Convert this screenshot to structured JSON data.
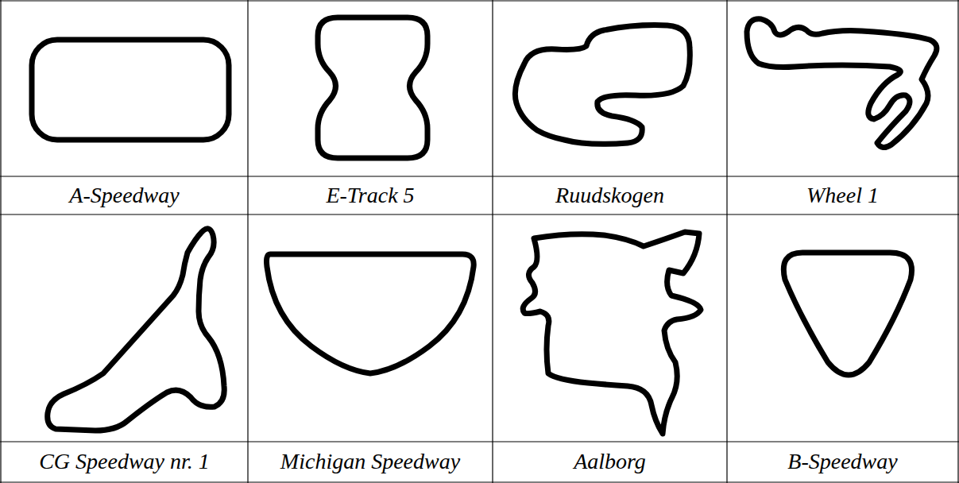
{
  "diagram": {
    "labels": [
      "A-Speedway",
      "E-Track 5",
      "Ruudskogen",
      "Wheel 1",
      "CG Speedway nr. 1",
      "Michigan Speedway",
      "Aalborg",
      "B-Speedway"
    ]
  }
}
